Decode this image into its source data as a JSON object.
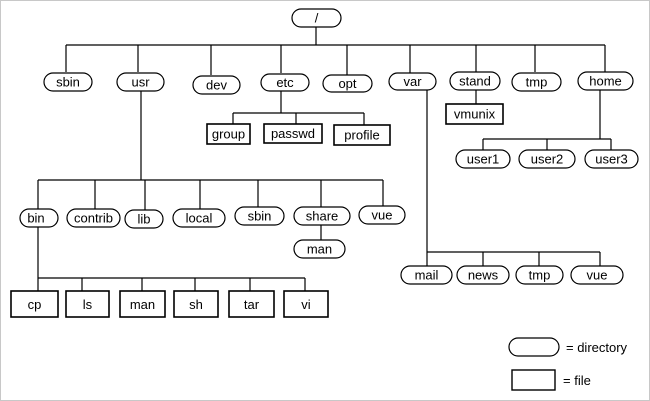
{
  "root": "/",
  "top_level": {
    "sbin": "sbin",
    "usr": "usr",
    "dev": "dev",
    "etc": "etc",
    "opt": "opt",
    "var": "var",
    "stand": "stand",
    "tmp": "tmp",
    "home": "home"
  },
  "etc_files": {
    "group": "group",
    "passwd": "passwd",
    "profile": "profile"
  },
  "stand_files": {
    "vmunix": "vmunix"
  },
  "home_dirs": {
    "user1": "user1",
    "user2": "user2",
    "user3": "user3"
  },
  "usr_dirs": {
    "bin": "bin",
    "contrib": "contrib",
    "lib": "lib",
    "local": "local",
    "sbin": "sbin",
    "share": "share",
    "vue": "vue"
  },
  "share_dirs": {
    "man": "man"
  },
  "bin_files": {
    "cp": "cp",
    "ls": "ls",
    "man": "man",
    "sh": "sh",
    "tar": "tar",
    "vi": "vi"
  },
  "var_dirs": {
    "mail": "mail",
    "news": "news",
    "tmp": "tmp",
    "vue": "vue"
  },
  "legend": {
    "directory": "= directory",
    "file": "= file"
  }
}
